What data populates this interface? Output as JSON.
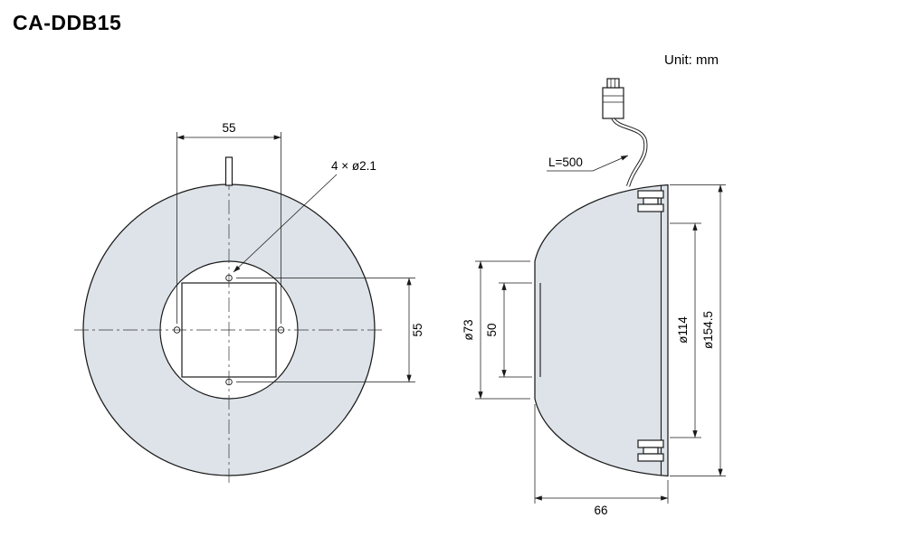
{
  "title": "CA-DDB15",
  "unit_label": "Unit: mm",
  "colors": {
    "part_fill": "#dde3e8",
    "line": "#1a1a1a"
  },
  "front_view": {
    "dim_hole_spacing_h": "55",
    "dim_hole_spacing_v": "55",
    "holes_callout": "4 × ø2.1"
  },
  "side_view": {
    "cable_length_label": "L=500",
    "dim_inner_diameter": "ø73",
    "dim_opening": "50",
    "dim_mid_diameter": "ø114",
    "dim_outer_diameter": "ø154.5",
    "dim_depth": "66"
  }
}
